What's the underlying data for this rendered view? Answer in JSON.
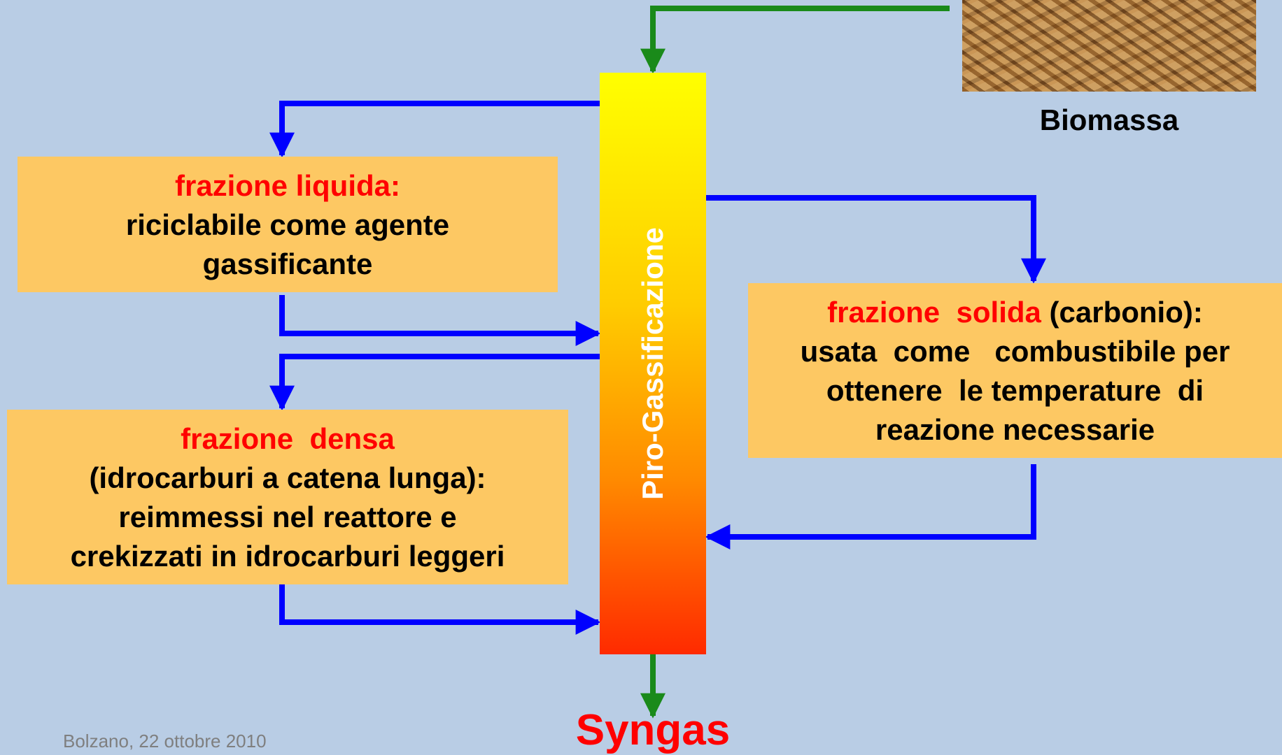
{
  "reactor": {
    "label": "Piro-Gassificazione"
  },
  "biomass": {
    "label": "Biomassa"
  },
  "output": {
    "label": "Syngas"
  },
  "footer": {
    "text": "Bolzano, 22 ottobre 2010"
  },
  "boxes": {
    "liquid": {
      "title": "frazione liquida:",
      "lines": [
        "riciclabile come agente",
        "gassificante"
      ]
    },
    "dense": {
      "title": "frazione  densa",
      "lines": [
        "(idrocarburi a catena lunga):",
        "reimmessi nel reattore e",
        "crekizzati in idrocarburi leggeri"
      ]
    },
    "solid": {
      "title": "frazione  solida",
      "title_suffix": " (carbonio):",
      "lines": [
        "usata  come   combustibile per",
        "ottenere  le temperature  di",
        "reazione necessarie"
      ]
    }
  },
  "colors": {
    "flow_arrow": "#0000ff",
    "feed_arrow": "#1a8a1a",
    "box_fill": "#fdc863",
    "highlight": "#ff0000",
    "background": "#b9cde5"
  }
}
